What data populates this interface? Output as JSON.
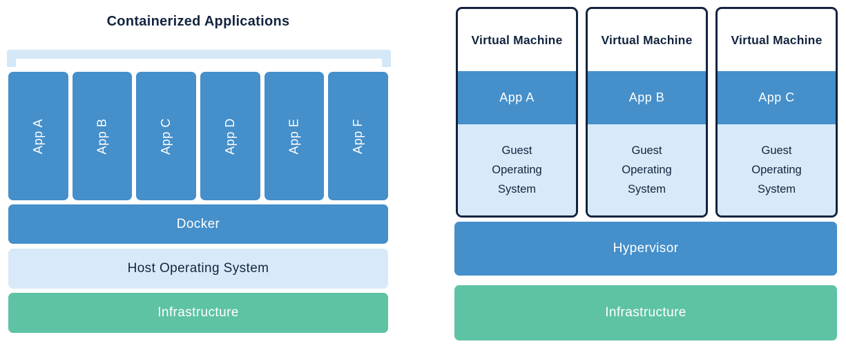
{
  "palette": {
    "blue": "#458FCA",
    "light_blue": "#D8EAF9",
    "green": "#5EC2A4",
    "navy": "#13243E",
    "bracket_blue": "#D4E8F8"
  },
  "left": {
    "title": "Containerized Applications",
    "apps": [
      "App A",
      "App B",
      "App C",
      "App D",
      "App E",
      "App F"
    ],
    "layers": [
      {
        "label": "Docker"
      },
      {
        "label": "Host Operating System"
      },
      {
        "label": "Infrastructure"
      }
    ]
  },
  "right": {
    "vms": [
      {
        "title": "Virtual Machine",
        "app": "App A",
        "os": "Guest Operating System"
      },
      {
        "title": "Virtual Machine",
        "app": "App B",
        "os": "Guest Operating System"
      },
      {
        "title": "Virtual Machine",
        "app": "App C",
        "os": "Guest Operating System"
      }
    ],
    "layers": [
      {
        "label": "Hypervisor"
      },
      {
        "label": "Infrastructure"
      }
    ]
  }
}
